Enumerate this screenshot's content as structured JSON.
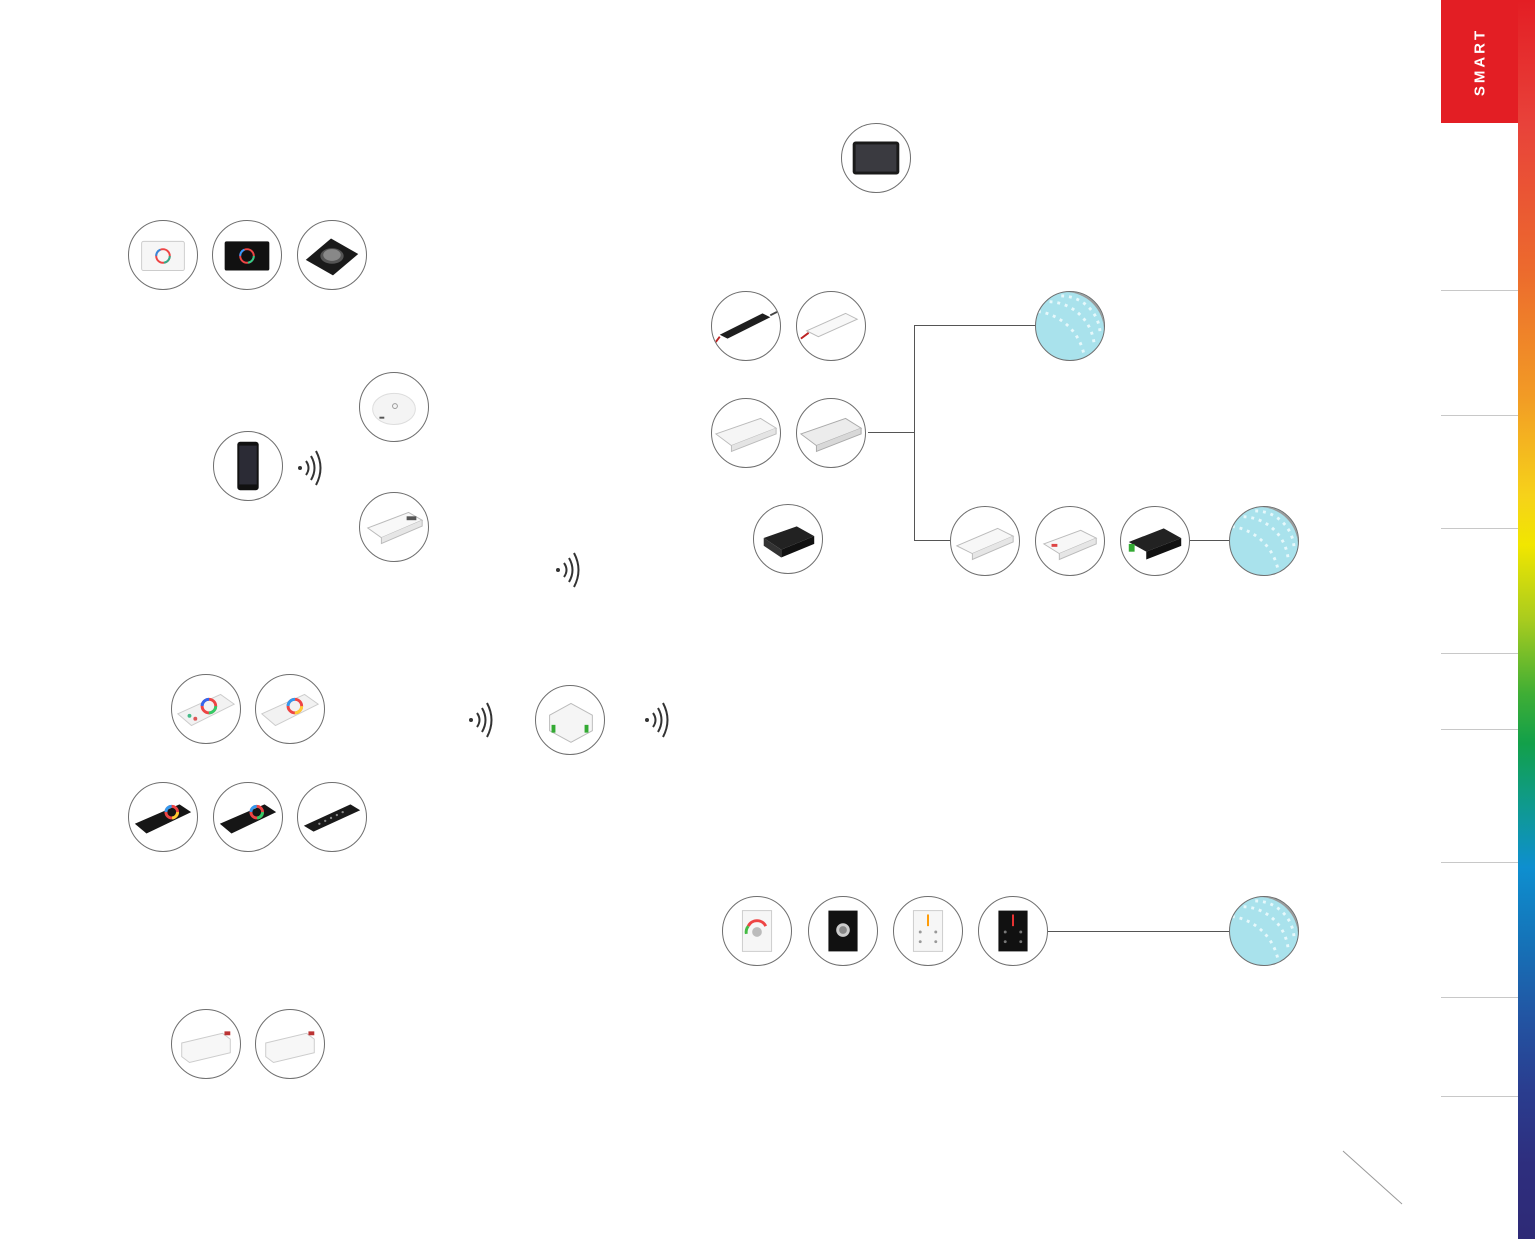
{
  "sidebar": {
    "tab_label": "SMART",
    "accent_color": "#e31e24",
    "gradient": [
      "#e31e24",
      "#ec6b2d",
      "#f6d21a",
      "#3fae35",
      "#0e8fcf",
      "#2a3d8f",
      "#2e2a76"
    ]
  },
  "nodes": {
    "panels_top": [
      "white-touch-panel",
      "black-touch-panel",
      "rotary-dimmer-panel"
    ],
    "smartphone": "smartphone",
    "hubs": [
      "round-wifi-hub",
      "wifi-controller-box"
    ],
    "remotes_white": [
      "white-rgb-remote-1",
      "white-rgb-remote-2"
    ],
    "remotes_black": [
      "black-rgb-remote-1",
      "black-rgb-remote-2",
      "black-slim-remote"
    ],
    "relay_modules": [
      "white-relay-module-1",
      "white-relay-module-2"
    ],
    "center_receiver": "mini-receiver-module",
    "tablet": "tablet",
    "controllers": [
      "slim-controller-1",
      "slim-controller-2",
      "box-controller-1",
      "box-controller-2",
      "black-amplifier"
    ],
    "amplifiers": [
      "white-amplifier-1",
      "white-amplifier-2",
      "black-amplifier-2"
    ],
    "wall_panels": [
      "white-rotary-panel",
      "black-rotary-panel",
      "white-touch-strip-panel",
      "black-touch-strip-panel"
    ],
    "led_strips": [
      "led-strip-1",
      "led-strip-2",
      "led-strip-3"
    ]
  }
}
